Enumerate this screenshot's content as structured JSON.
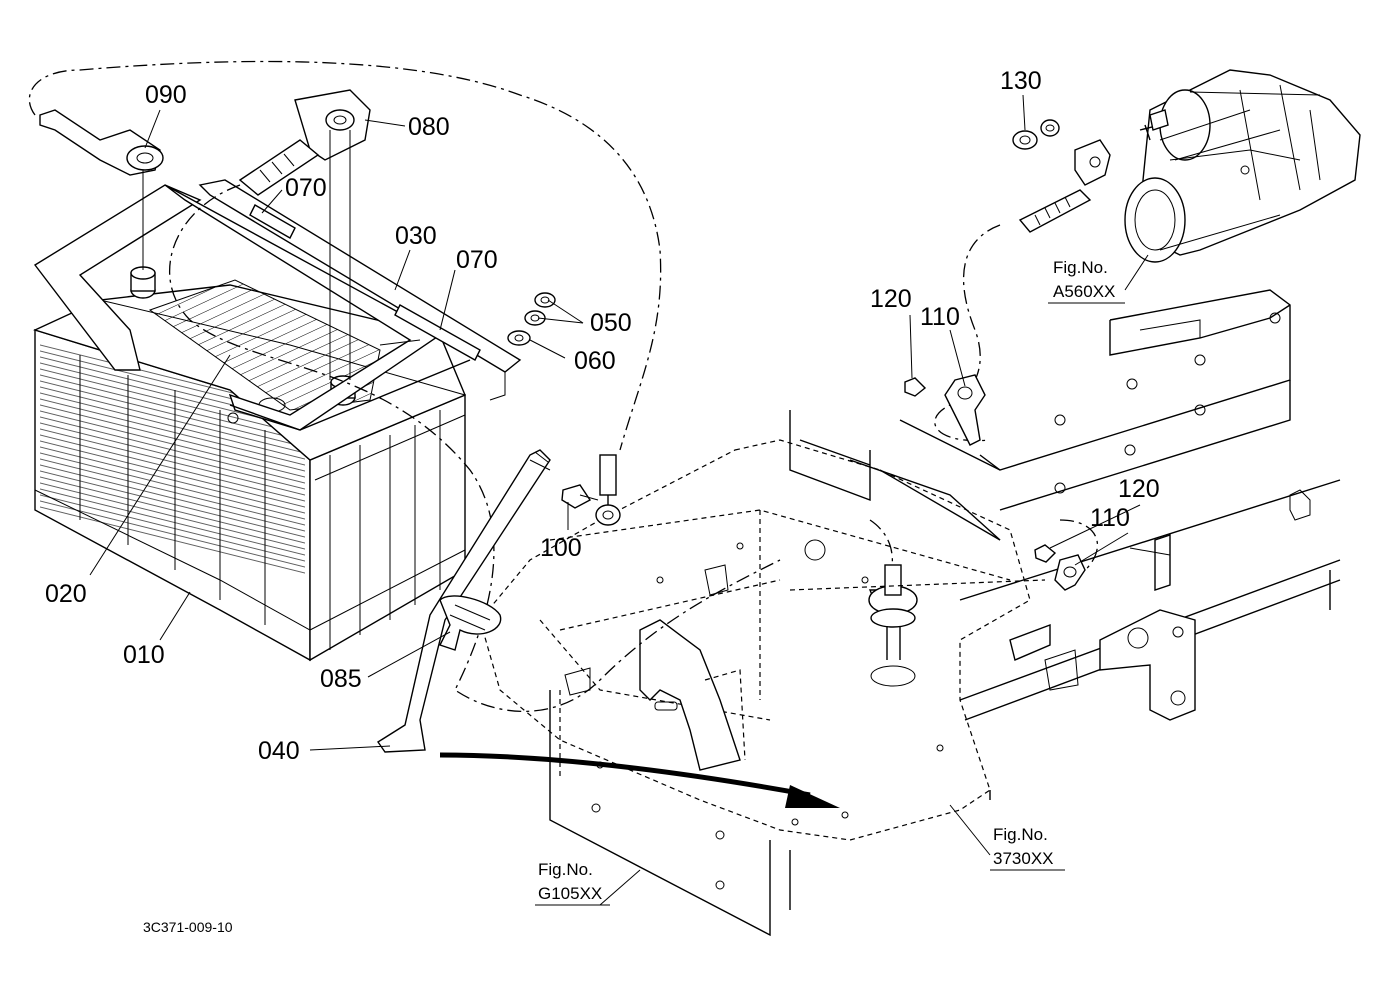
{
  "part_labels": {
    "p010": "010",
    "p020": "020",
    "p030": "030",
    "p040": "040",
    "p050": "050",
    "p060": "060",
    "p070a": "070",
    "p070b": "070",
    "p080": "080",
    "p085": "085",
    "p090": "090",
    "p100": "100",
    "p110a": "110",
    "p110b": "110",
    "p120a": "120",
    "p120b": "120",
    "p130": "130"
  },
  "fig_refs": {
    "a560": {
      "line1": "Fig.No.",
      "line2": "A560XX"
    },
    "r3730": {
      "line1": "Fig.No.",
      "line2": "3730XX"
    },
    "g105": {
      "line1": "Fig.No.",
      "line2": "G105XX"
    }
  },
  "drawing_code": "3C371-009-10"
}
